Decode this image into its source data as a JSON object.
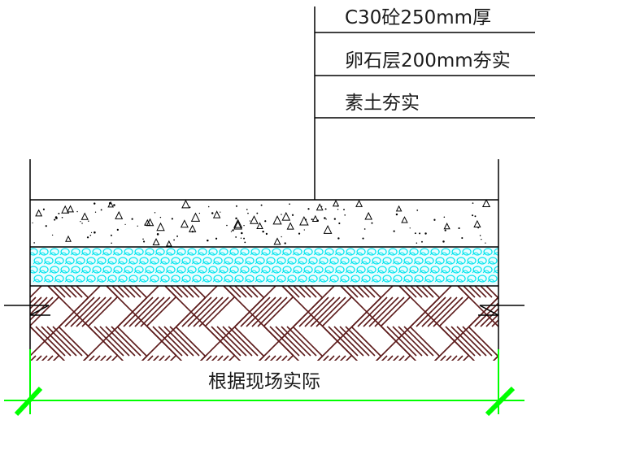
{
  "layers": [
    {
      "label": "C30砼250mm厚"
    },
    {
      "label": "卵石层200mm夯实"
    },
    {
      "label": "素土夯实"
    }
  ],
  "dimension": {
    "label": "根据现场实际"
  },
  "colors": {
    "line": "#000000",
    "gravel": "#00e5ee",
    "soil_hatch": "#5c1a1a",
    "dimension_line": "#00ff00"
  }
}
